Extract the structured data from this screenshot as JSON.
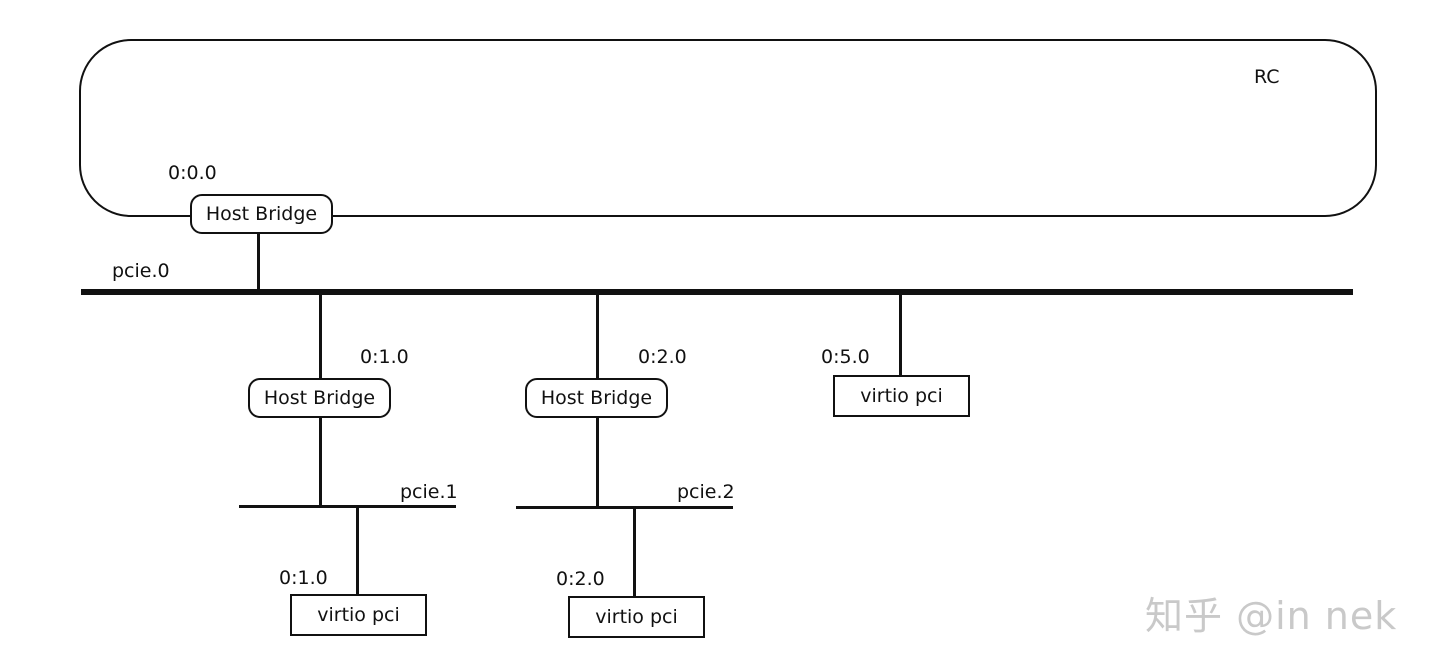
{
  "rc": {
    "label": "RC"
  },
  "root_bus": {
    "label": "pcie.0"
  },
  "host_bridges": [
    {
      "address": "0:0.0",
      "label": "Host Bridge"
    },
    {
      "address": "0:1.0",
      "label": "Host Bridge"
    },
    {
      "address": "0:2.0",
      "label": "Host Bridge"
    }
  ],
  "sub_buses": [
    {
      "label": "pcie.1"
    },
    {
      "label": "pcie.2"
    }
  ],
  "devices": [
    {
      "address": "0:5.0",
      "label": "virtio pci"
    },
    {
      "address": "0:1.0",
      "label": "virtio pci"
    },
    {
      "address": "0:2.0",
      "label": "virtio pci"
    }
  ],
  "watermark": "知乎 @in nek",
  "colors": {
    "line": "#111111",
    "watermark": "#c9c9c9"
  }
}
